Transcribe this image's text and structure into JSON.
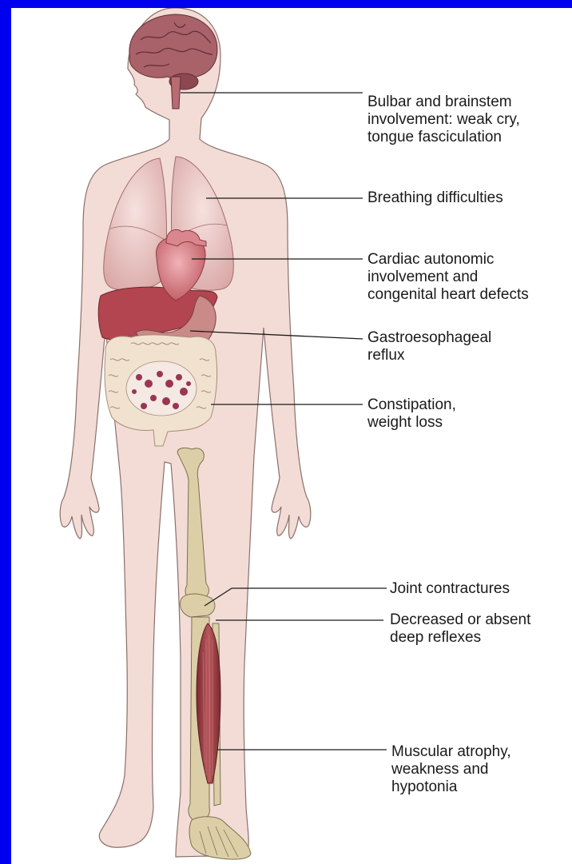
{
  "annotations": {
    "bulbar": "Bulbar and brainstem\ninvolvement: weak cry,\ntongue fasciculation",
    "breathing": "Breathing difficulties",
    "cardiac": "Cardiac autonomic\ninvolvement and\ncongenital heart defects",
    "gastro": "Gastroesophageal\nreflux",
    "constipation": "Constipation,\nweight loss",
    "joint": "Joint contractures",
    "reflexes": "Decreased or absent\ndeep reflexes",
    "muscular": "Muscular atrophy,\nweakness and\nhypotonia"
  },
  "colors": {
    "frame": "#0000ee",
    "background": "#ffffff",
    "skin": "#f3dcd6",
    "skin_outline": "#8a6f6a",
    "brain": "#a9616a",
    "lungs": "#eac9c6",
    "heart": "#d9868e",
    "liver": "#b2454f",
    "stomach": "#c98a88",
    "intestine": "#f1e2cf",
    "bone": "#dccfa8",
    "muscle": "#9c3a3f",
    "leader_line": "#1a1a1a"
  }
}
